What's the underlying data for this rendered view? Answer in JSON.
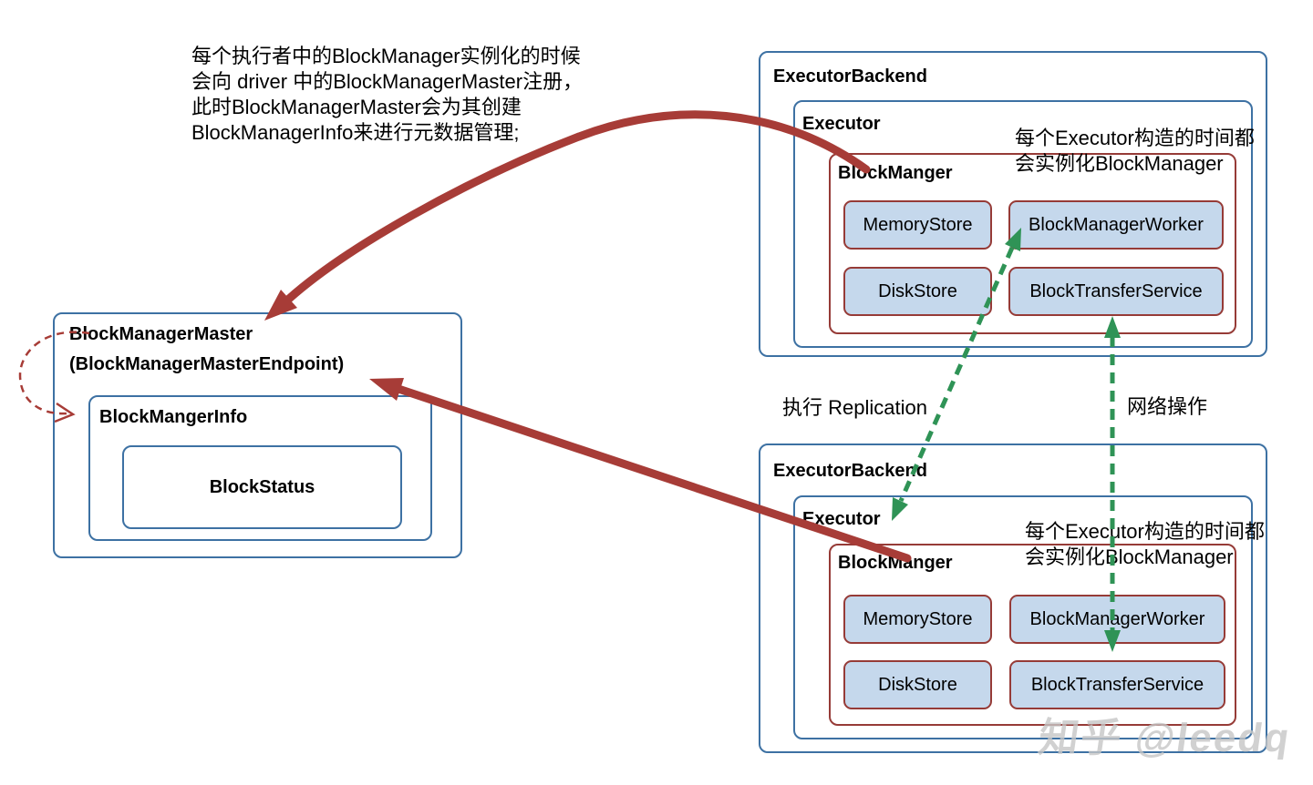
{
  "note": {
    "line1": "每个执行者中的BlockManager实例化的时候",
    "line2": "会向 driver 中的BlockManagerMaster注册，",
    "line3": "此时BlockManagerMaster会为其创建",
    "line4": "BlockManagerInfo来进行元数据管理;"
  },
  "master": {
    "title_line1": "BlockManagerMaster",
    "title_line2": "(BlockManagerMasterEndpoint)",
    "info_title": "BlockMangerInfo",
    "status_title": "BlockStatus"
  },
  "backend_top": {
    "title": "ExecutorBackend",
    "executor_title": "Executor",
    "note_line1": "每个Executor构造的时间都",
    "note_line2": "会实例化BlockManager",
    "block_manager_title": "BlockManger",
    "components": {
      "memory": "MemoryStore",
      "worker": "BlockManagerWorker",
      "disk": "DiskStore",
      "transfer": "BlockTransferService"
    }
  },
  "backend_bottom": {
    "title": "ExecutorBackend",
    "executor_title": "Executor",
    "note_line1": "每个Executor构造的时间都",
    "note_line2": "会实例化BlockManager",
    "block_manager_title": "BlockManger",
    "components": {
      "memory": "MemoryStore",
      "worker": "BlockManagerWorker",
      "disk": "DiskStore",
      "transfer": "BlockTransferService"
    }
  },
  "labels": {
    "replication": "执行 Replication",
    "network": "网络操作"
  },
  "watermark": {
    "text": "知乎 @leedq"
  },
  "colors": {
    "blue_border": "#3d71a3",
    "red_border": "#963b37",
    "component_fill": "#c5d8ec",
    "arrow_red": "#a73c37",
    "arrow_green": "#2f9356",
    "watermark_gray": "#c6c6c6"
  }
}
